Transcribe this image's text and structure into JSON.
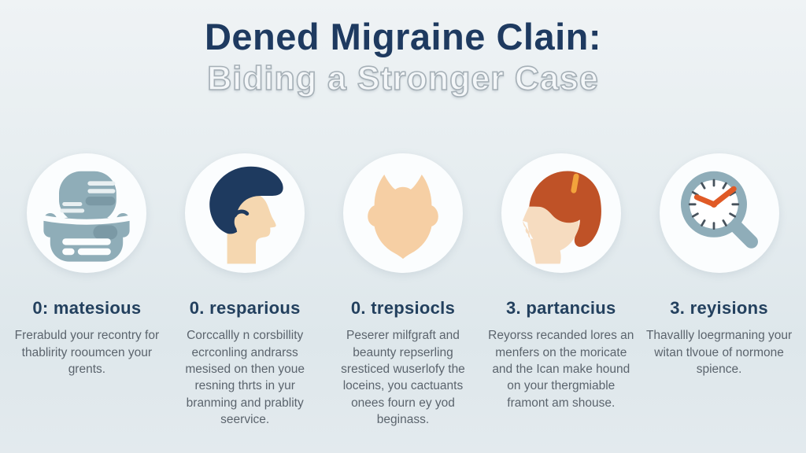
{
  "header": {
    "title": "Dened Migraine Clain:",
    "subtitle": "Biding a Stronger Case"
  },
  "columns": [
    {
      "icon": "helmet-notes-icon",
      "heading": "0: matesious",
      "body": "Frerabuld your recontry for thablirity rooumcen your grents."
    },
    {
      "icon": "man-profile-icon",
      "heading": "0. resparious",
      "body": "Corccallly n corsbillity ecrconling andrarss mesised on then youe resning thrts in yur branming and prablity seervice."
    },
    {
      "icon": "face-outline-icon",
      "heading": "0. trepsiocls",
      "body": "Peserer milfgraft and beaunty repserling sresticed wuserlofy the loceins, you cactuants onees fourn ey yod beginass."
    },
    {
      "icon": "woman-profile-icon",
      "heading": "3. partancius",
      "body": "Reyorss recanded lores an menfers on the moricate and the Ican make hound on your thergmiable framont am shouse."
    },
    {
      "icon": "clock-magnifier-icon",
      "heading": "3. reyisions",
      "body": "Thavallly loegrmaning your witan tlvoue of normone spience."
    }
  ],
  "colors": {
    "background": "#e6edf0",
    "title": "#1e3a60",
    "subtitle_fill": "#f4f7f9",
    "subtitle_outline": "#a6b0b7",
    "heading": "#23405e",
    "body_text": "#5b646d",
    "circle_bg": "#fbfdfe",
    "icon_slate": "#8fadb8",
    "icon_slate_dark": "#7b99a5",
    "icon_navy_hair": "#1e3a5f",
    "icon_skin": "#f5d7b0",
    "icon_peach_face": "#f6cfa4",
    "icon_auburn_hair": "#bf5227",
    "icon_hair_tie": "#f2a33c",
    "icon_skin_light": "#f6dcc0",
    "icon_clock_hands": "#e05a26"
  }
}
